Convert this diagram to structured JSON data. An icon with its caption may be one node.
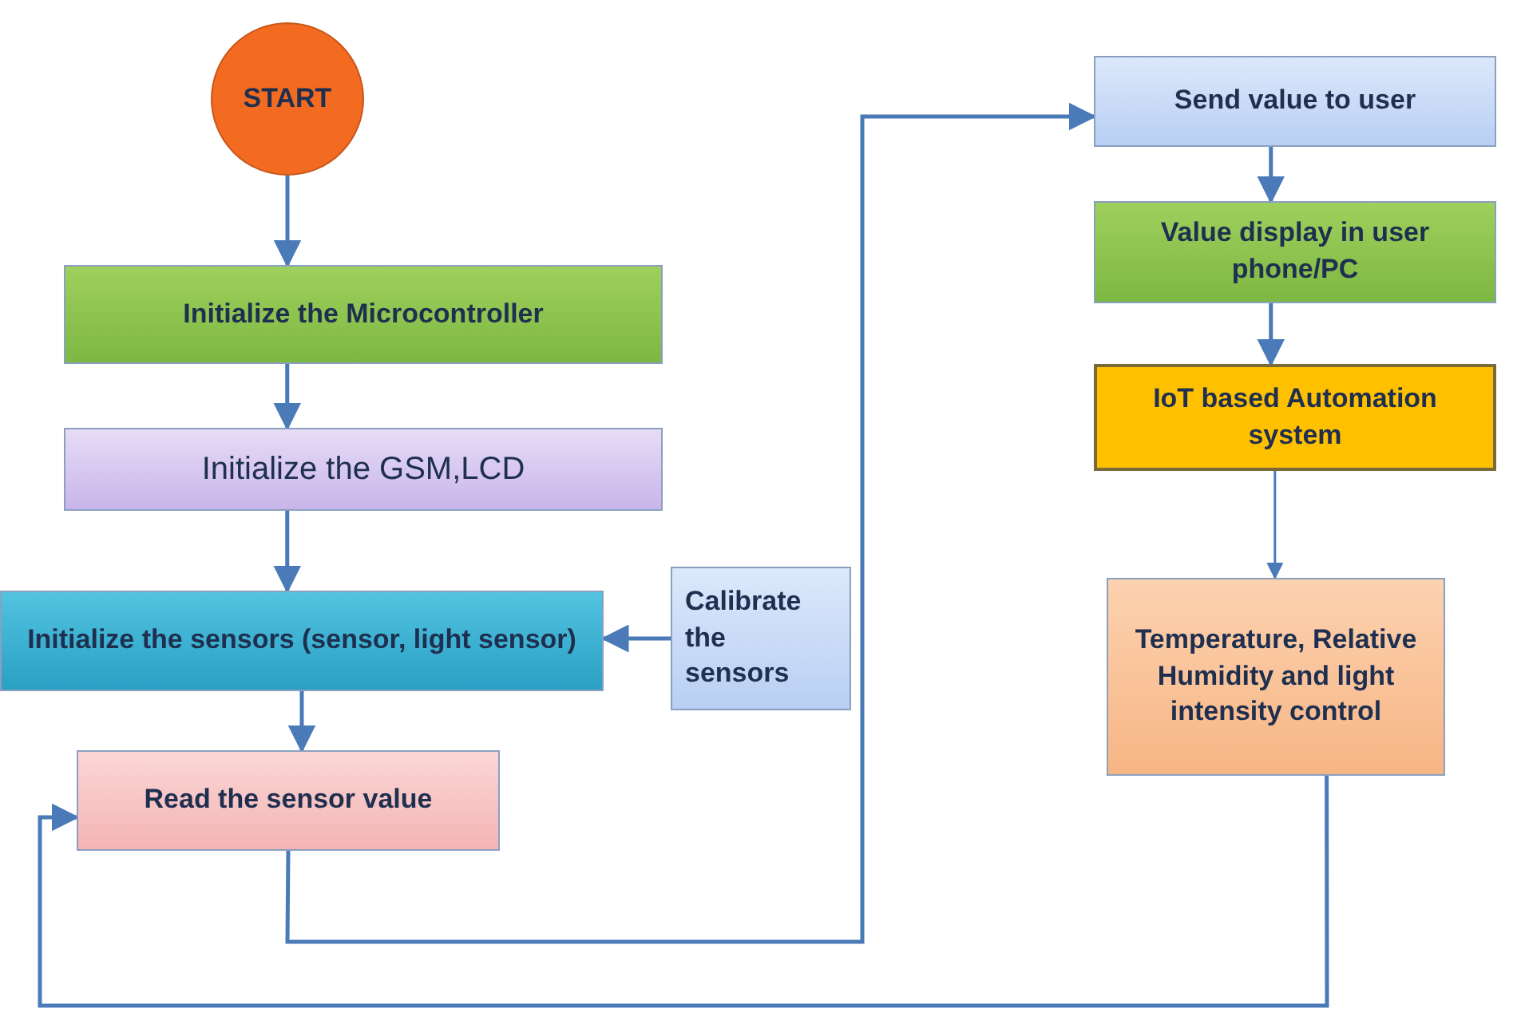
{
  "diagram": {
    "nodes": [
      {
        "text": [
          "START"
        ]
      },
      {
        "text": [
          "Initialize the Microcontroller"
        ]
      },
      {
        "text": [
          "Initialize the GSM,LCD"
        ]
      },
      {
        "text": [
          "Initialize the sensors (sensor, light sensor)"
        ]
      },
      {
        "text": [
          "Calibrate the sensors"
        ]
      },
      {
        "text": [
          "Read the sensor value"
        ]
      },
      {
        "text": [
          "Send value to user"
        ]
      },
      {
        "text": [
          "Value display in user phone/PC"
        ]
      },
      {
        "text": [
          "IoT based Automation system"
        ]
      },
      {
        "text": [
          "Temperature, Relative Humidity and light intensity control"
        ]
      }
    ],
    "edges": [
      {
        "from": 0,
        "to": 1,
        "arrow": "to"
      },
      {
        "from": 1,
        "to": 2,
        "arrow": "to"
      },
      {
        "from": 2,
        "to": 3,
        "arrow": "to"
      },
      {
        "from": 4,
        "to": 3,
        "arrow": "to"
      },
      {
        "from": 3,
        "to": 5,
        "arrow": "to"
      },
      {
        "from": 5,
        "to": 6,
        "arrow": "to"
      },
      {
        "from": 6,
        "to": 7,
        "arrow": "to"
      },
      {
        "from": 7,
        "to": 8,
        "arrow": "to"
      },
      {
        "from": 8,
        "to": 9,
        "arrow": "to"
      },
      {
        "from": 9,
        "to": 5,
        "arrow": "to"
      }
    ]
  }
}
